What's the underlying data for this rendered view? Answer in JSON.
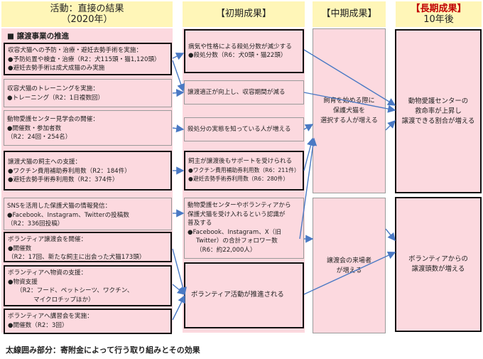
{
  "headers": {
    "activity": {
      "line1": "活動：直接の結果",
      "line2": "（2020年）"
    },
    "initial": {
      "line1": "【初期成果】"
    },
    "mid": {
      "line1": "【中期成果】"
    },
    "long": {
      "line1": "【長期成果】",
      "line2": "10年後"
    }
  },
  "section_title": "■ 譲渡事業の推進",
  "activities": [
    {
      "title": "収容犬猫への予防・治療・避妊去勢手術を実施：",
      "items": [
        "●予防処置や検査・治療（R2：犬115頭・猫1,120頭）",
        "●避妊去勢手術は成犬成猫のみ実施"
      ]
    },
    {
      "title": "収容犬猫のトレーニングを実施：",
      "items": [
        "●トレーニング（R2：1日複数回）"
      ]
    },
    {
      "title": "動物愛護センター見学会の開催：",
      "items": [
        "●開催数・参加者数",
        "（R2：24回・254名）"
      ]
    },
    {
      "title": "譲渡犬猫の飼主への支援：",
      "items": [
        "●ワクチン費用補助券利用数（R2：184件）",
        "●避妊去勢手術券利用数（R2：374件）"
      ]
    },
    {
      "title": "SNSを活用した保護犬猫の情報発信：",
      "items": [
        "●Facebook、Instagram、Twitterの投稿数",
        "（R2：336回投稿）"
      ]
    },
    {
      "title": "ボランティア譲渡会を開催：",
      "items": [
        "●開催数",
        "（R2：17回、新たな飼主に出会った犬猫173頭）"
      ]
    },
    {
      "title": "ボランティアへ物資の支援：",
      "items": [
        "●物資支援",
        "（R2：フード、ペットシーツ、ワクチン、",
        "マイクロチップほか）"
      ]
    },
    {
      "title": "ボランティアへ講習会を実施：",
      "items": [
        "●開催数（R2：3回）"
      ]
    }
  ],
  "initial_outcomes": [
    {
      "lines": [
        "病気や性格による殺処分数が減少する",
        "●殺処分数（R6：犬0頭・猫22頭）"
      ]
    },
    {
      "lines": [
        "譲渡適正が向上し、収容期間が減る"
      ]
    },
    {
      "lines": [
        "殺処分の実態を知っている人が増える"
      ]
    },
    {
      "lines": [
        "飼主が譲渡後もサポートを受けられる",
        "●ワクチン費用補助券利用数（R6：211件）",
        "●避妊去勢手術券利用数（R6：280件）"
      ]
    },
    {
      "lines": [
        "動物愛護センターやボランティアから",
        "保護犬猫を受け入れるという認識が",
        "普及する",
        "●Facebook、Instagram、X（旧",
        "Twitter）の合計フォロワー数",
        "（R6：約22,000人）"
      ]
    },
    {
      "lines": [
        "ボランティア活動が推進される"
      ]
    }
  ],
  "mid_outcomes": [
    {
      "lines": [
        "飼育を始める際に",
        "保護犬猫を",
        "選択する人が増える"
      ]
    },
    {
      "lines": [
        "譲渡会の来場者",
        "が増える"
      ]
    }
  ],
  "long_outcomes": [
    {
      "lines": [
        "動物愛護センターの",
        "救命率が上昇し",
        "譲渡できる割合が増える"
      ]
    },
    {
      "lines": [
        "ボランティアからの",
        "譲渡頭数が増える"
      ]
    }
  ],
  "footer": "太線囲み部分：寄附金によって行う取り組みとその効果",
  "colors": {
    "pink": "#fcd9df",
    "yellow": "#fff6b8",
    "arrow": "#4a79c4"
  }
}
